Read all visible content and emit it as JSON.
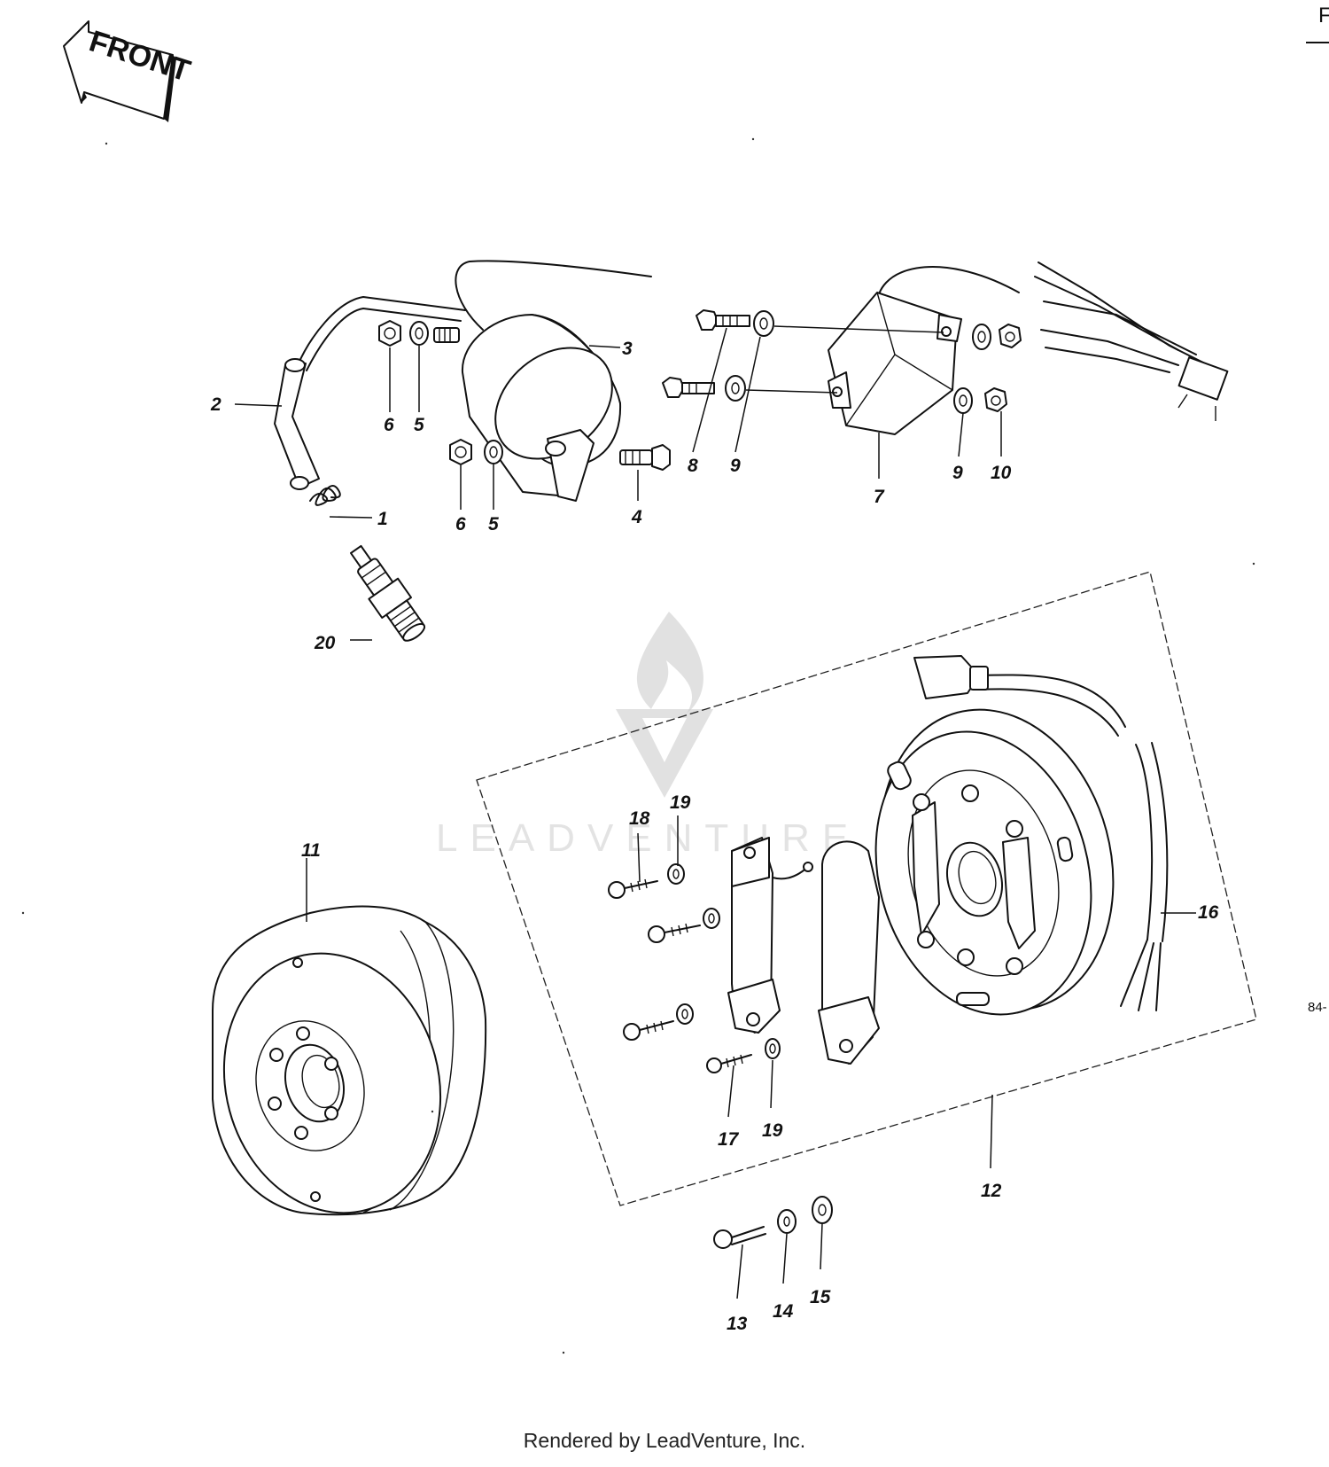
{
  "front_arrow": {
    "label": "FRONT"
  },
  "edge_marks": {
    "top_right": "F",
    "right_code": "84-"
  },
  "watermark": {
    "text": "LEADVENTURE"
  },
  "footer": {
    "text": "Rendered by LeadVenture, Inc."
  },
  "callouts": {
    "c1": "1",
    "c2": "2",
    "c3": "3",
    "c4": "4",
    "c5a": "5",
    "c5b": "5",
    "c6a": "6",
    "c6b": "6",
    "c7": "7",
    "c8": "8",
    "c9a": "9",
    "c9b": "9",
    "c10": "10",
    "c11": "11",
    "c12": "12",
    "c13": "13",
    "c14": "14",
    "c15": "15",
    "c16": "16",
    "c17": "17",
    "c18": "18",
    "c19a": "19",
    "c19b": "19",
    "c20": "20"
  }
}
